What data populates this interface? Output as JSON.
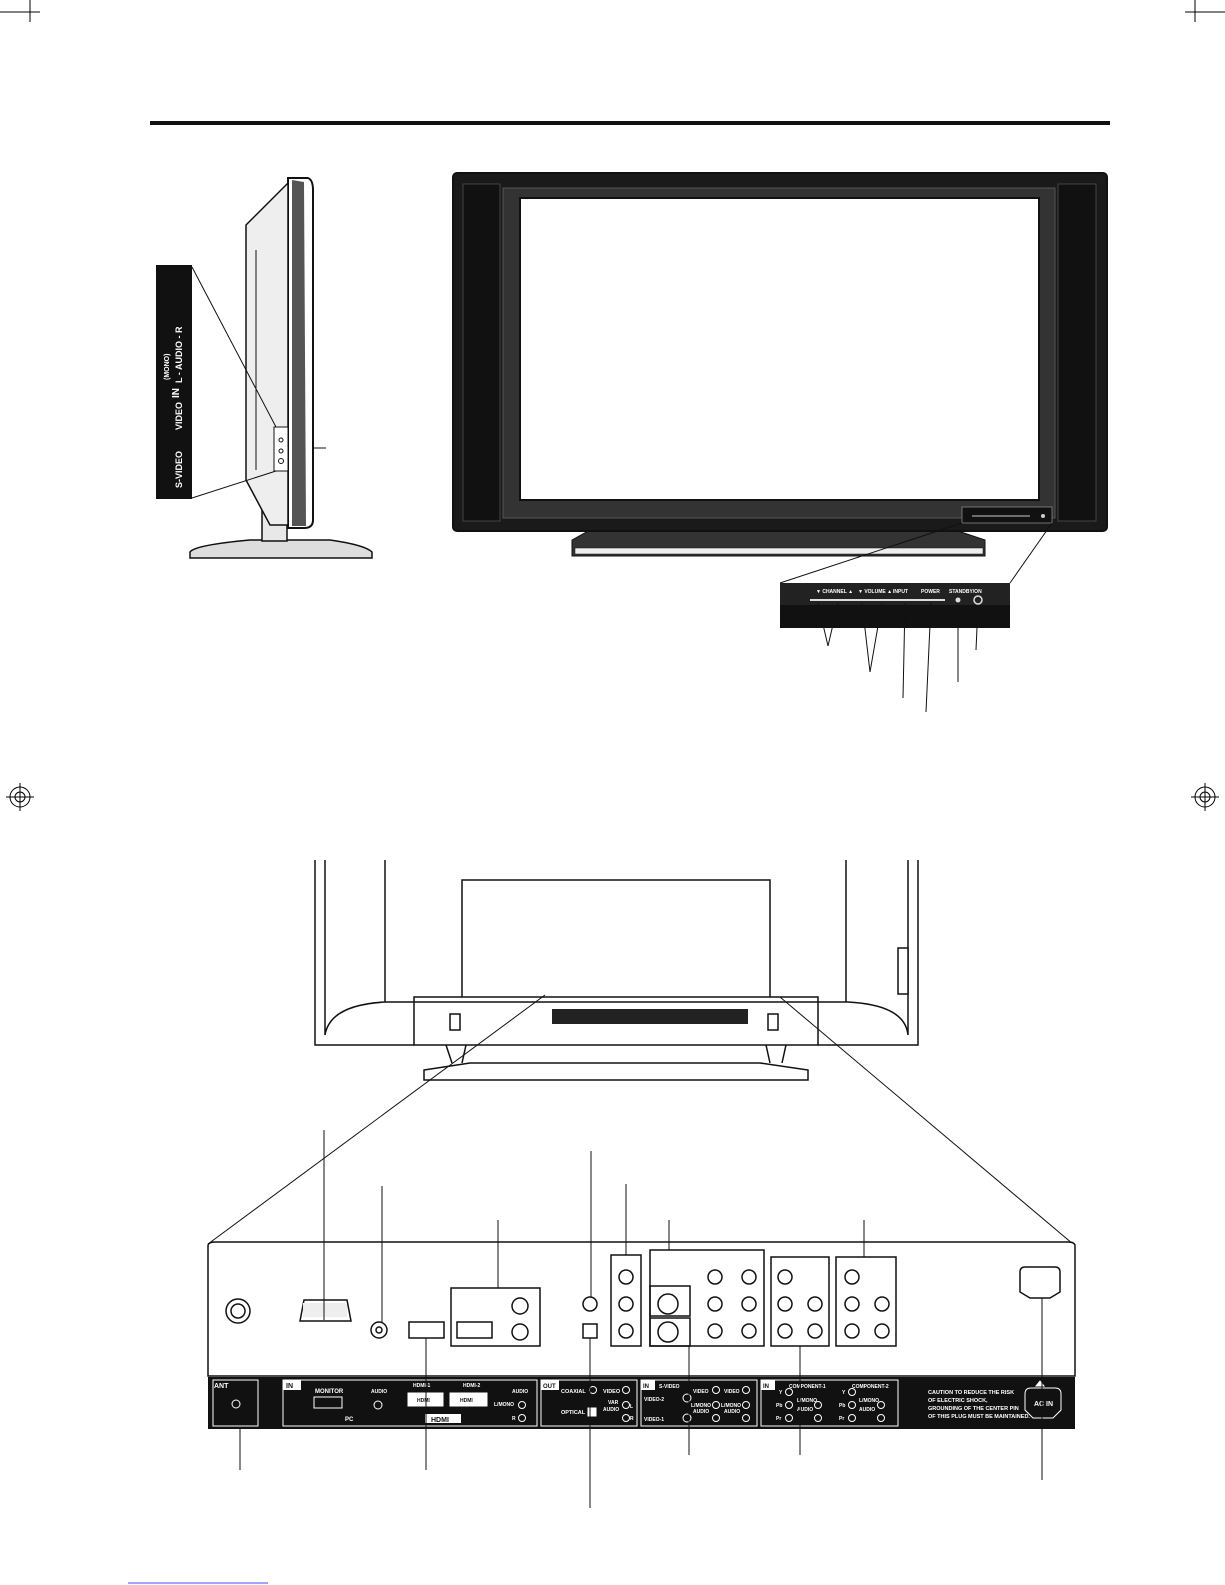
{
  "side_panel": {
    "in": "IN",
    "mono": "(MONO)",
    "audio": "L - AUDIO - R",
    "video": "VIDEO",
    "svideo": "S-VIDEO"
  },
  "front_panel": {
    "channel": "▼ CHANNEL ▲",
    "volume": "▼ VOLUME ▲",
    "input": "INPUT",
    "power": "POWER",
    "standby": "STANDBY/ON"
  },
  "rear_panel": {
    "ant": "ANT",
    "in": "IN",
    "monitor": "MONITOR",
    "audio": "AUDIO",
    "pc": "PC",
    "hdmi1": "HDMI-1",
    "hdmi2": "HDMI-2",
    "hdmi_port": "HDMI",
    "hdmi_logo": "HDMI",
    "lmono": "L/MONO",
    "l": "L",
    "r": "R",
    "out": "OUT",
    "coaxial": "COAXIAL",
    "optical": "OPTICAL",
    "video": "VIDEO",
    "var_audio": "VAR",
    "var_audio2": "AUDIO",
    "svideo": "S-VIDEO",
    "video2": "VIDEO-2",
    "video1": "VIDEO-1",
    "component1": "COMPONENT-1",
    "component2": "COMPONENT-2",
    "y": "Y",
    "pb": "Pb",
    "pr": "Pr",
    "caution": [
      "CAUTION TO REDUCE THE RISK",
      "OF ELECTRIC SHOCK,",
      "GROUNDING OF THE CENTER PIN",
      "OF THIS PLUG MUST BE MAINTAINED."
    ],
    "ac_in": "AC IN"
  }
}
